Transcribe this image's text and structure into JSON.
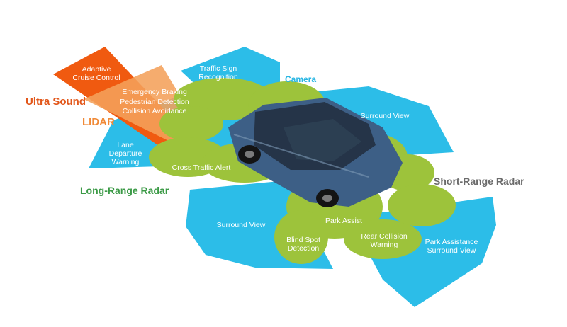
{
  "sensors": {
    "ultra_sound": "Ultra Sound",
    "lidar": "LIDAR",
    "camera": "Camera",
    "long_range_radar": "Long-Range  Radar",
    "short_range_radar": "Short-Range  Radar"
  },
  "applications": {
    "adaptive_cruise_control": "Adaptive\nCruise Control",
    "emergency_braking": "Emergency Braking",
    "pedestrian_detection": "Pedestrian Detection",
    "collision_avoidance": "Collision Avoidance",
    "traffic_sign_recognition": "Traffic Sign\nRecognition",
    "lane_departure_warning": "Lane\nDeparture\nWarning",
    "cross_traffic_alert": "Cross Traffic Alert",
    "surround_view_front": "Surround View",
    "surround_view_rear": "Surround View",
    "park_assist": "Park Assist",
    "blind_spot_detection": "Blind Spot\nDetection",
    "rear_collision_warning": "Rear Collision\nWarning",
    "park_assistance_surround_view": "Park Assistance\nSurround View"
  },
  "colors": {
    "camera_blue": "#2cbde8",
    "short_range_green": "#9dc33b",
    "long_range_orange": "#f05a10",
    "lidar_orange": "#f4a05a",
    "ultra_sound_label": "#e2571b",
    "lidar_label": "#f08a38",
    "camera_label": "#29b6e3",
    "long_range_label": "#3b9a46",
    "short_range_label": "#6b6b6b",
    "car_body": "#3d5f86"
  }
}
